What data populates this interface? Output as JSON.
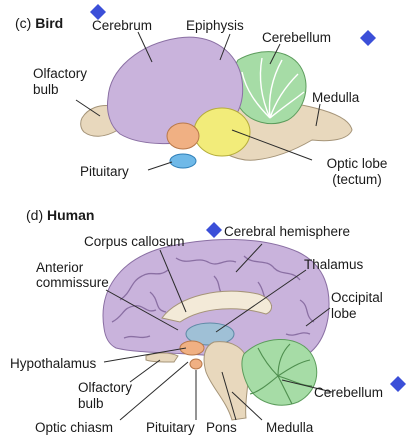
{
  "panels": {
    "bird": {
      "letter": "(c)",
      "name": "Bird",
      "labels": {
        "cerebrum": "Cerebrum",
        "epiphysis": "Epiphysis",
        "cerebellum": "Cerebellum",
        "olfactory_bulb_1": "Olfactory",
        "olfactory_bulb_2": "bulb",
        "medulla": "Medulla",
        "pituitary": "Pituitary",
        "optic_lobe_1": "Optic lobe",
        "optic_lobe_2": "(tectum)"
      }
    },
    "human": {
      "letter": "(d)",
      "name": "Human",
      "labels": {
        "corpus_callosum": "Corpus callosum",
        "cerebral_hemisphere": "Cerebral hemisphere",
        "anterior_commissure_1": "Anterior",
        "anterior_commissure_2": "commissure",
        "thalamus": "Thalamus",
        "occipital_lobe_1": "Occipital",
        "occipital_lobe_2": "lobe",
        "hypothalamus": "Hypothalamus",
        "olfactory_bulb_1": "Olfactory",
        "olfactory_bulb_2": "bulb",
        "cerebellum": "Cerebellum",
        "optic_chiasm": "Optic chiasm",
        "pituitary": "Pituitary",
        "pons": "Pons",
        "medulla": "Medulla"
      }
    }
  },
  "colors": {
    "cerebrum": "#c9b3dc",
    "cerebellum": "#a6dca6",
    "optic_lobe": "#f2ec7a",
    "pituitary": "#6fb9e8",
    "olfactory": "#e8d8bd",
    "brainstem": "#e8d8bd",
    "hypothalamus": "#f0b083",
    "thalamus_region": "#9fc0d6",
    "marker": "#3b4fd8",
    "leader": "#2a2a2a"
  },
  "markers": [
    "diamond-marker",
    "diamond-marker",
    "diamond-marker",
    "diamond-marker"
  ]
}
